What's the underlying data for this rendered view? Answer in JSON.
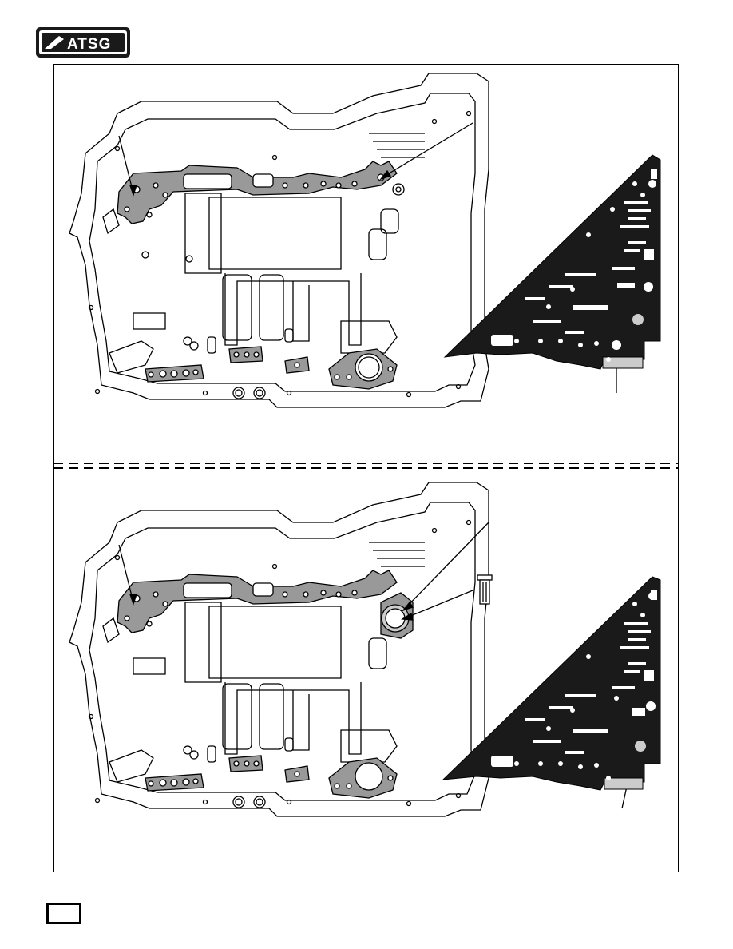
{
  "header": {
    "logo_text": "ATSG",
    "brand_color": "#1a1a1a"
  },
  "figures": {
    "top": {
      "case_name": "transmission-case-top",
      "plate_name": "separator-plate-top"
    },
    "bottom": {
      "case_name": "transmission-case-bottom",
      "plate_name": "separator-plate-bottom"
    }
  },
  "footer": {
    "page_number": ""
  },
  "colors": {
    "line": "#000000",
    "gasket_fill": "#999999",
    "plate_fill": "#1a1a1a"
  }
}
